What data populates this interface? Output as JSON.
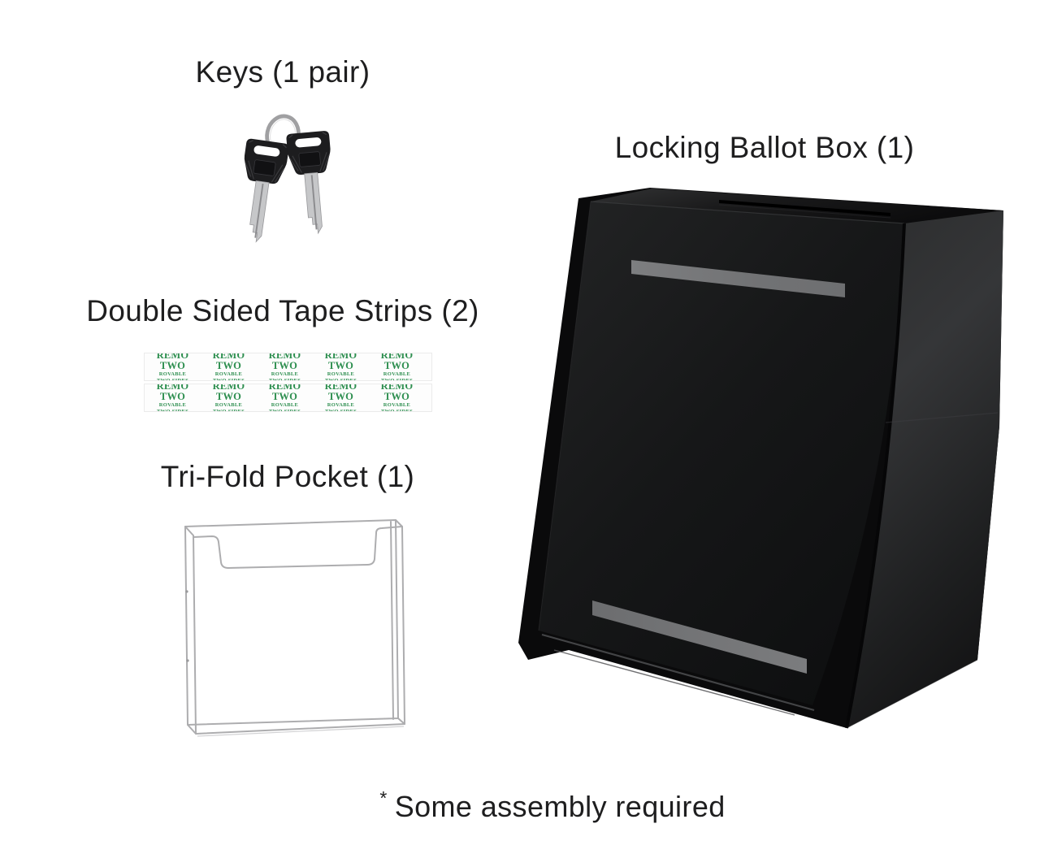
{
  "page": {
    "background": "#ffffff"
  },
  "components": {
    "keys": {
      "label": "Keys (1 pair)"
    },
    "ballot_box": {
      "label": "Locking Ballot Box (1)"
    },
    "tape_strips": {
      "label": "Double Sided Tape Strips (2)",
      "print": {
        "brand": "REMO TWO",
        "line2": "ROVABLE",
        "line3": "TWO SIDES"
      }
    },
    "trifold_pocket": {
      "label": "Tri-Fold Pocket (1)"
    }
  },
  "footnote": {
    "asterisk": "*",
    "text": "Some assembly required"
  },
  "colors": {
    "title_text": "#1e1e1f",
    "tape_print_green": "#2e8f50",
    "box_black": "#141415",
    "box_panel_gray": "#2e2f30",
    "tape_strip_gray": "#77787a",
    "acrylic_outline_gray": "#adadaf",
    "key_ring_silver": "#a0a0a2",
    "key_blade_silver": "#c6c7c9"
  }
}
